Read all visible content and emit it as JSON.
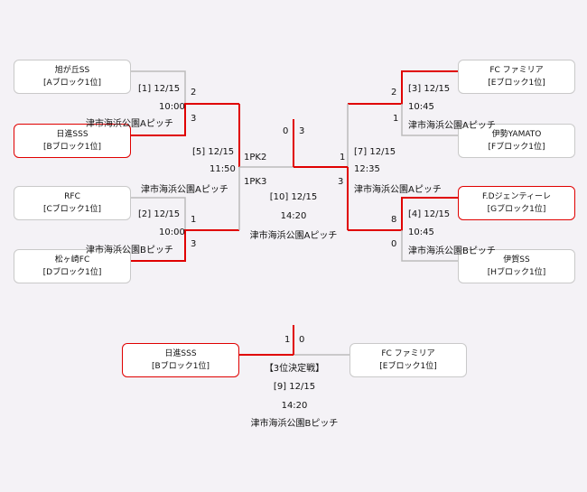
{
  "colors": {
    "winner": "#e00000",
    "line": "#bbbbbb",
    "box_border": "#c9c9c9"
  },
  "teams": {
    "asahigaoka": {
      "name": "旭が丘SS",
      "block": "[Aブロック1位]"
    },
    "nisshin": {
      "name": "日進SSS",
      "block": "[Bブロック1位]"
    },
    "rfc": {
      "name": "RFC",
      "block": "[Cブロック1位]"
    },
    "matsugasaki": {
      "name": "松ヶ崎FC",
      "block": "[Dブロック1位]"
    },
    "familia": {
      "name": "FC ファミリア",
      "block": "[Eブロック1位]"
    },
    "iseyamato": {
      "name": "伊勢YAMATO",
      "block": "[Fブロック1位]"
    },
    "fdgentile": {
      "name": "F.Dジェンティーレ",
      "block": "[Gブロック1位]"
    },
    "iga": {
      "name": "伊賀SS",
      "block": "[Hブロック1位]"
    },
    "third_left": {
      "name": "日進SSS",
      "block": "[Bブロック1位]"
    },
    "third_right": {
      "name": "FC ファミリア",
      "block": "[Eブロック1位]"
    }
  },
  "matches": {
    "m1": {
      "label": "[1] 12/15",
      "time": "10:00",
      "venue": "津市海浜公園Aピッチ",
      "score_top": "2",
      "score_bottom": "3"
    },
    "m2": {
      "label": "[2] 12/15",
      "time": "10:00",
      "venue": "津市海浜公園Bピッチ",
      "score_top": "1",
      "score_bottom": "3"
    },
    "m3": {
      "label": "[3] 12/15",
      "time": "10:45",
      "venue": "津市海浜公園Aピッチ",
      "score_top": "2",
      "score_bottom": "1"
    },
    "m4": {
      "label": "[4] 12/15",
      "time": "10:45",
      "venue": "津市海浜公園Bピッチ",
      "score_top": "8",
      "score_bottom": "0"
    },
    "m5": {
      "label": "[5] 12/15",
      "time": "11:50",
      "venue": "津市海浜公園Aピッチ",
      "pk_top": "1PK2",
      "pk_bottom": "1PK3"
    },
    "m7": {
      "label": "[7] 12/15",
      "time": "12:35",
      "venue": "津市海浜公園Aピッチ",
      "score_top": "1",
      "score_bottom": "3"
    },
    "final": {
      "label": "[10] 12/15",
      "time": "14:20",
      "venue": "津市海浜公園Aピッチ",
      "score_left": "0",
      "score_right": "3"
    },
    "third": {
      "title": "【3位決定戦】",
      "label": "[9] 12/15",
      "time": "14:20",
      "venue": "津市海浜公園Bピッチ",
      "score_left": "1",
      "score_right": "0"
    }
  }
}
